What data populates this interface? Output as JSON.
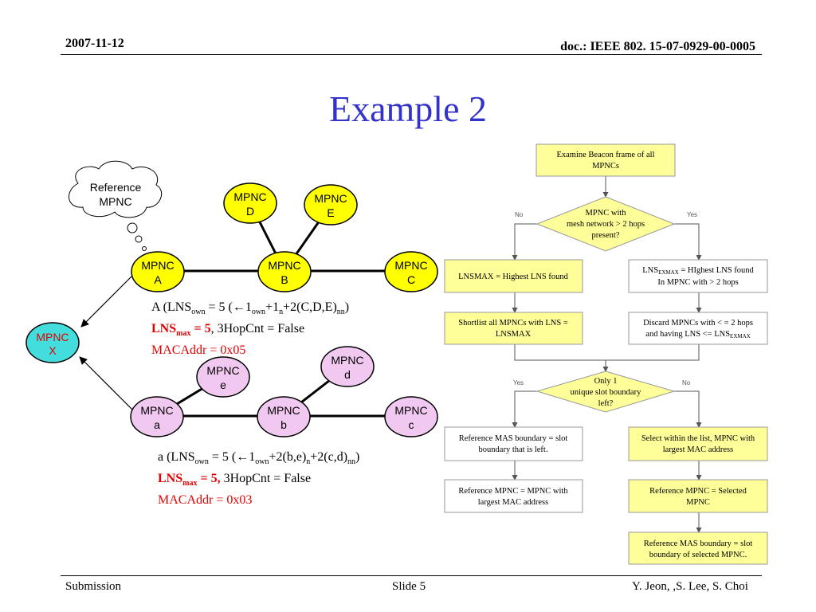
{
  "header": {
    "date": "2007-11-12",
    "doc": "doc.: IEEE 802. 15-07-0929-00-0005"
  },
  "title": "Example 2",
  "footer": {
    "left": "Submission",
    "center": "Slide 5",
    "right": "Y. Jeon, ,S. Lee,  S. Choi"
  },
  "thought_bubble": {
    "line1": "Reference",
    "line2": "MPNC"
  },
  "colors": {
    "yellow_node": "#ffff00",
    "pink_node": "#f0c8f0",
    "cyan_node": "#44dddd",
    "flow_box": "#ffff99",
    "title": "#3333cc",
    "red": "#e00000"
  },
  "top_network": {
    "nodes": [
      {
        "id": "A",
        "line1": "MPNC",
        "line2": "A"
      },
      {
        "id": "B",
        "line1": "MPNC",
        "line2": "B"
      },
      {
        "id": "C",
        "line1": "MPNC",
        "line2": "C"
      },
      {
        "id": "D",
        "line1": "MPNC",
        "line2": "D"
      },
      {
        "id": "E",
        "line1": "MPNC",
        "line2": "E"
      }
    ],
    "info": {
      "line1_a": "A (LNS",
      "line1_sub1": "own",
      "line1_b": " = 5 (",
      "line1_arrow": "←",
      "line1_c": "1",
      "line1_sub2": "own",
      "line1_d": "+1",
      "line1_sub3": "n",
      "line1_e": "+2(C,D,E)",
      "line1_sub4": "nn",
      "line1_f": ")",
      "line2_a": "LNS",
      "line2_sub": "max",
      "line2_b": " = 5",
      "line2_c": ", 3HopCnt = False",
      "line3": "MACAddr = 0x05"
    }
  },
  "bottom_network": {
    "nodes": [
      {
        "id": "a",
        "line1": "MPNC",
        "line2": "a"
      },
      {
        "id": "b",
        "line1": "MPNC",
        "line2": "b"
      },
      {
        "id": "c",
        "line1": "MPNC",
        "line2": "c"
      },
      {
        "id": "d",
        "line1": "MPNC",
        "line2": "d"
      },
      {
        "id": "e",
        "line1": "MPNC",
        "line2": "e"
      }
    ],
    "info": {
      "line1_a": "a (LNS",
      "line1_sub1": "own",
      "line1_b": " = 5 (",
      "line1_arrow": "←",
      "line1_c": "1",
      "line1_sub2": "own",
      "line1_d": "+2(b,e)",
      "line1_sub3": "n",
      "line1_e": "+2(c,d)",
      "line1_sub4": "nn",
      "line1_f": ")",
      "line2_a": "LNS",
      "line2_sub": "max",
      "line2_b": " = 5,",
      "line2_c": " 3HopCnt = False",
      "line3": "MACAddr = 0x03"
    }
  },
  "node_x": {
    "line1": "MPNC",
    "line2": "X"
  },
  "flowchart": {
    "start": {
      "line1": "Examine Beacon frame of all",
      "line2": "MPNCs"
    },
    "decision1": {
      "line1": "MPNC with",
      "line2": "mesh network > 2 hops",
      "line3": "present?",
      "no": "No",
      "yes": "Yes"
    },
    "left1": {
      "line1": "LNSMAX = Highest LNS found"
    },
    "right1": {
      "line1a": "LNS",
      "line1sub": "EXMAX",
      "line1b": " = HIghest LNS found",
      "line2": "In MPNC with > 2 hops"
    },
    "left2": {
      "line1": "Shortlist all MPNCs with LNS =",
      "line2": "LNSMAX"
    },
    "right2": {
      "line1": "Discard MPNCs with < =  2 hops",
      "line2a": "and having LNS <= LNS",
      "line2sub": "EXMAX"
    },
    "decision2": {
      "line1": "Only 1",
      "line2": "unique slot boundary",
      "line3": "left?",
      "yes": "Yes",
      "no": "No"
    },
    "left3": {
      "line1": "Reference MAS boundary = slot",
      "line2": "boundary that is left."
    },
    "right3": {
      "line1": "Select within the list, MPNC with",
      "line2": "largest MAC address"
    },
    "left4": {
      "line1": "Reference MPNC = MPNC with",
      "line2": "largest MAC address"
    },
    "right4": {
      "line1": "Reference MPNC = Selected",
      "line2": "MPNC"
    },
    "right5": {
      "line1": "Reference MAS boundary = slot",
      "line2": "boundary of selected MPNC."
    }
  }
}
